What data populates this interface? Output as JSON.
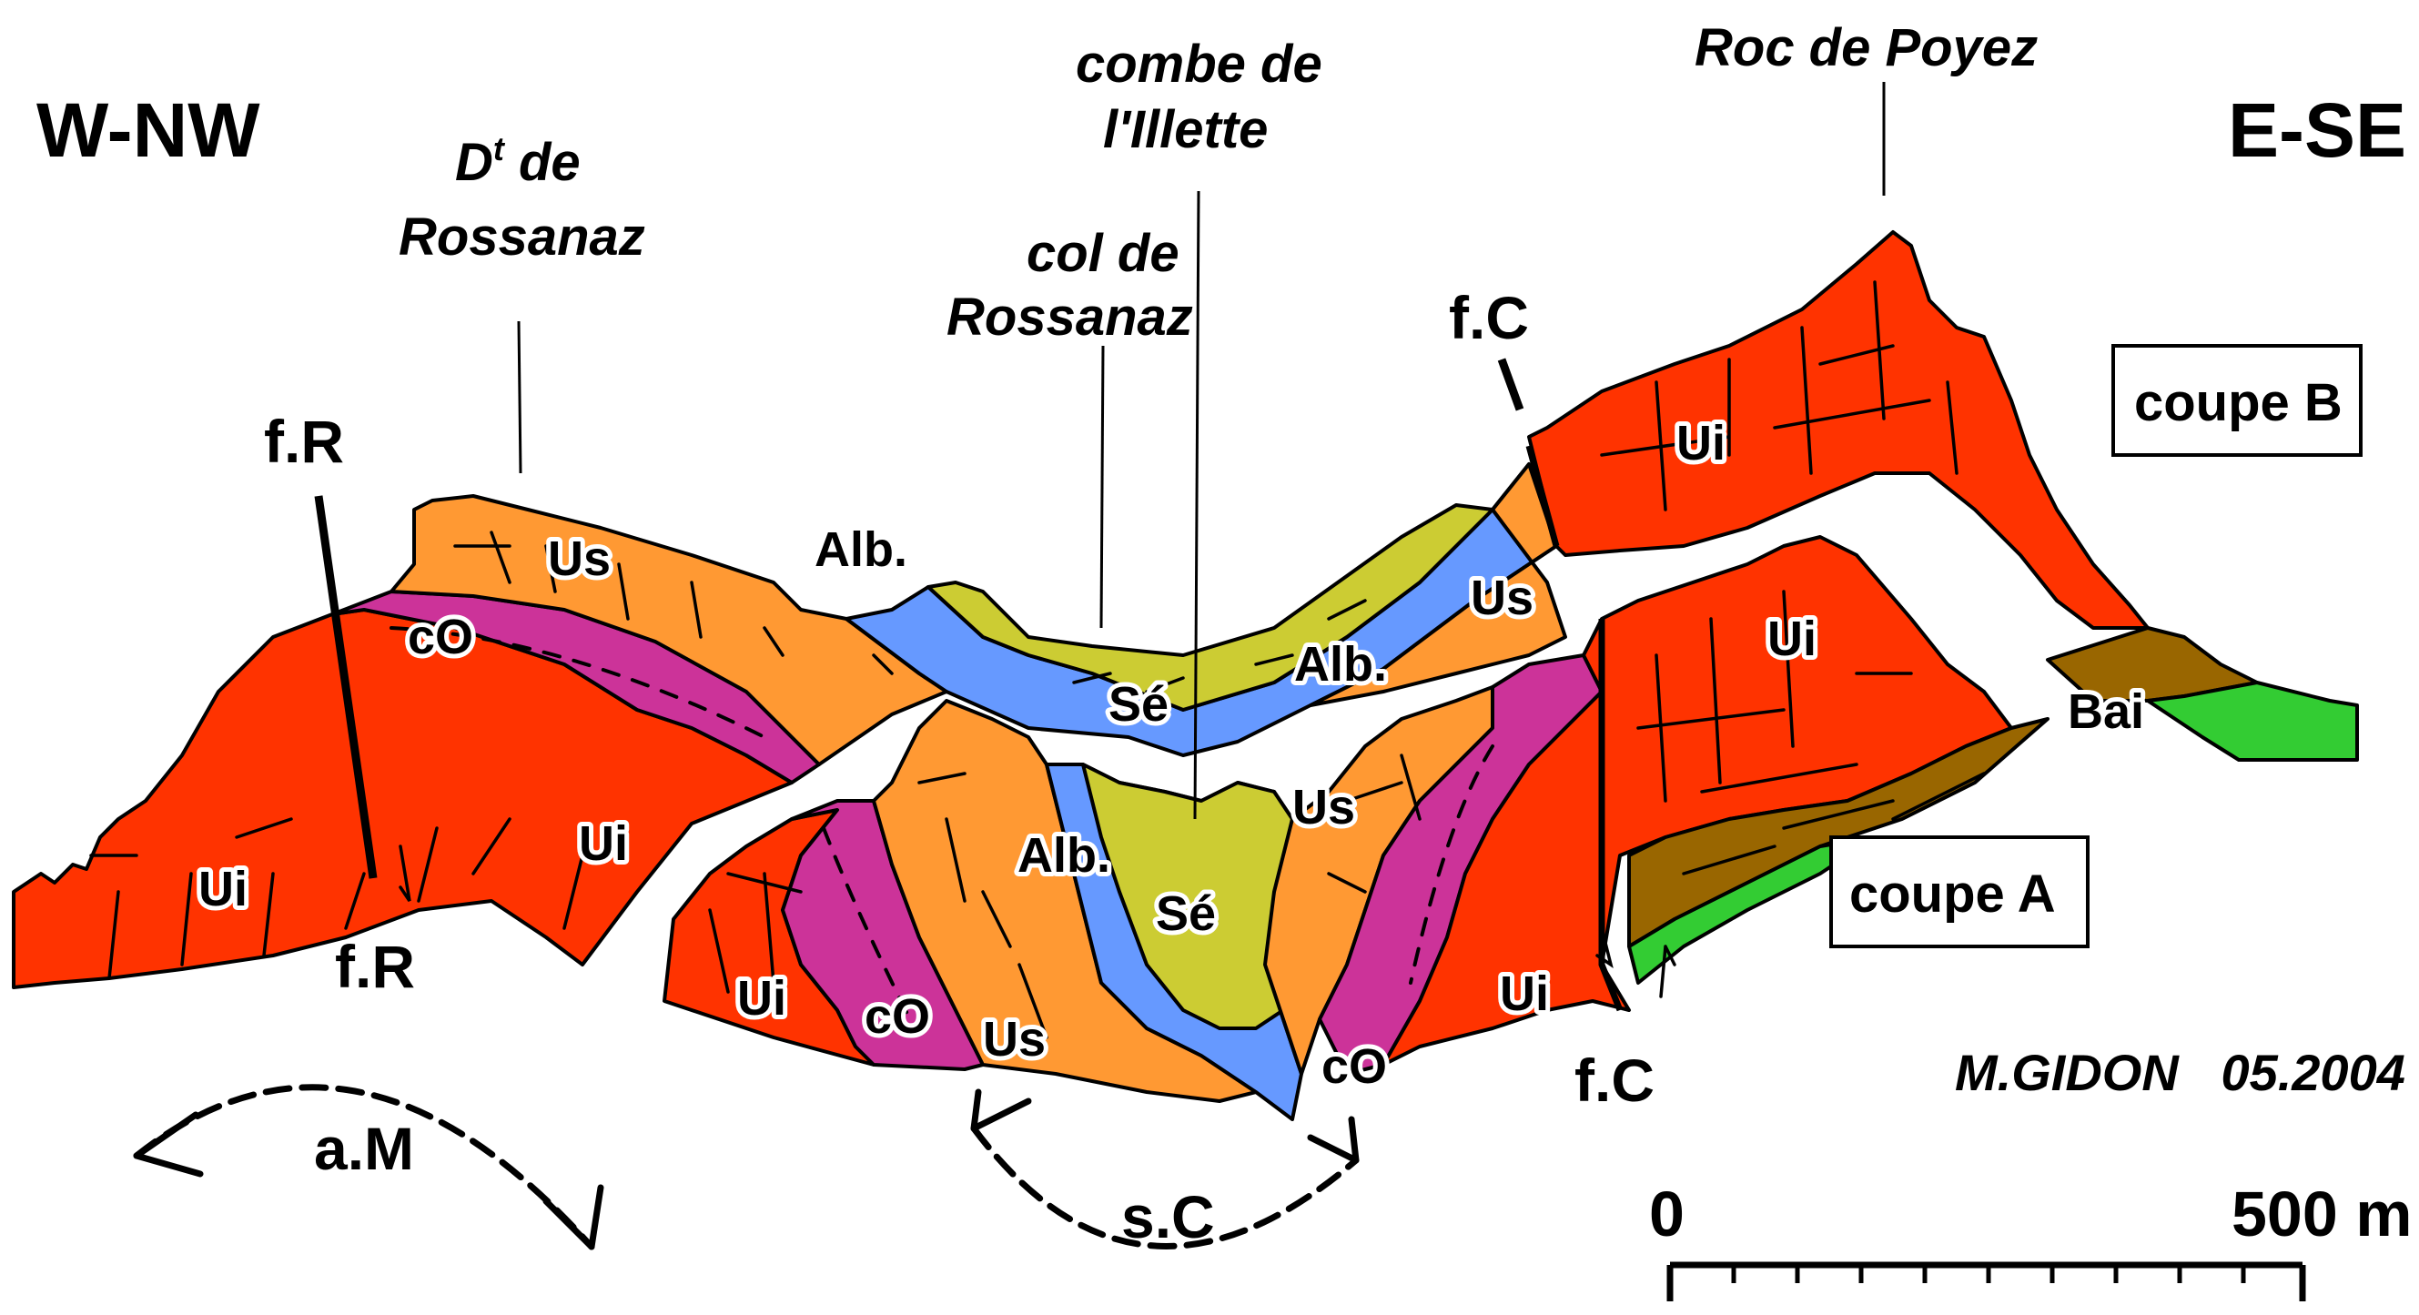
{
  "orientation": {
    "west": "W-NW",
    "east": "E-SE"
  },
  "places": {
    "dent_prefix": "D",
    "dent_sup": "t",
    "dent_rest": " de",
    "dent_line2": "Rossanaz",
    "combe_line1": "combe de",
    "combe_line2": "l'Illette",
    "col_line1": "col de",
    "col_line2": "Rossanaz",
    "roc": "Roc de Poyez"
  },
  "faults": {
    "fR": "f.R",
    "fC": "f.C"
  },
  "units": {
    "Ui": "Ui",
    "Us": "Us",
    "cO": "cO",
    "Alb": "Alb.",
    "Se": "Sé",
    "Bai": "Bai"
  },
  "sections": {
    "A": "coupe A",
    "B": "coupe B"
  },
  "structures": {
    "anticline": "a.M",
    "syncline": "s.C"
  },
  "scale": {
    "start": "0",
    "end": "500 m"
  },
  "author": "M.GIDON   05.2004",
  "colors": {
    "Ui": "#ff3300",
    "Us": "#ff9933",
    "cO": "#cc3399",
    "Alb": "#6699ff",
    "Se": "#cccc33",
    "Bai": "#996600",
    "green": "#33cc33"
  }
}
